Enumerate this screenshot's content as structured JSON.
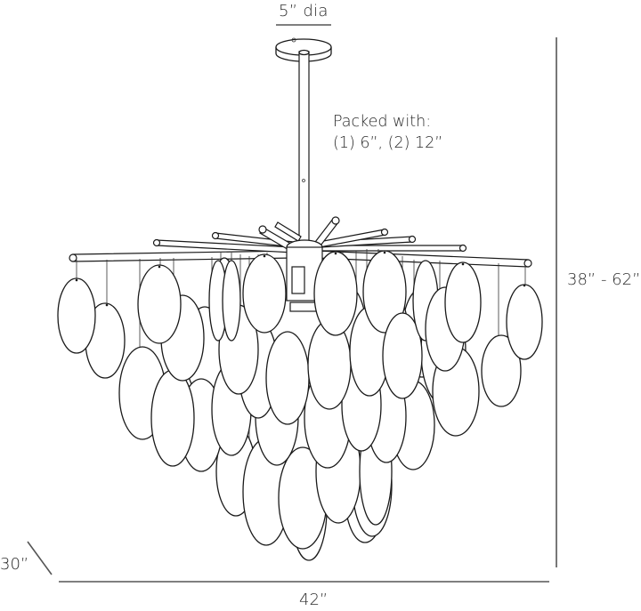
{
  "drawing": {
    "subject": "chandelier-line-drawing",
    "line_color": "#1a1a1a",
    "background": "#ffffff"
  },
  "dimensions": {
    "canopy_diameter": "5” dia",
    "height": "38” - 62”",
    "width": "42”",
    "depth": "30”"
  },
  "notes": {
    "packed_title": "Packed with:",
    "packed_detail": "(1) 6”, (2) 12”"
  }
}
